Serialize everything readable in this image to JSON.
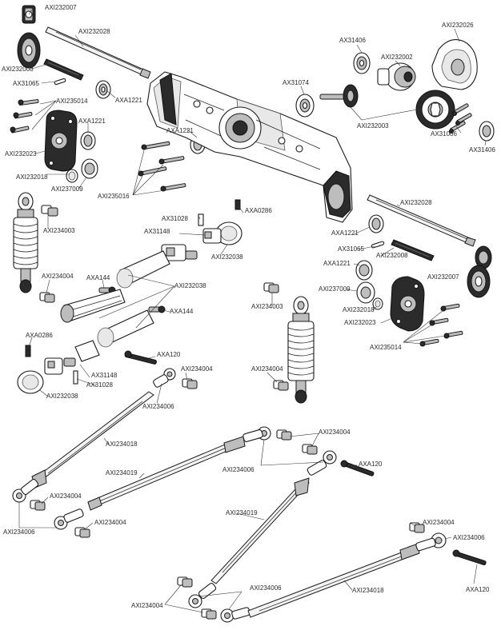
{
  "labels": {
    "l01": "AXI232007",
    "l02": "AXI232028",
    "l03": "AXI232008",
    "l04": "AX31065",
    "l05": "AXI235014",
    "l06": "AXA1221",
    "l07": "AXA1221",
    "l08": "AXI232023",
    "l09": "AXI232018",
    "l10": "AXI237009",
    "l11": "AXA1221",
    "l12": "AXI235016",
    "l13": "AX31406",
    "l14": "AXI232002",
    "l15": "AXI232026",
    "l16": "AX31074",
    "l17": "AXI232003",
    "l18": "AX31006",
    "l19": "AX31406",
    "l20": "AXI234003",
    "l21": "AX31028",
    "l22": "AXA0286",
    "l23": "AX31148",
    "l24": "AXI232038",
    "l25": "AXI232028",
    "l26": "AXA1221",
    "l27": "AX31065",
    "l28": "AXI232008",
    "l29": "AXA1221",
    "l30": "AXI232007",
    "l31": "AXI234004",
    "l32": "AXA144",
    "l33": "AXI232038",
    "l34": "AXA144",
    "l35": "AXI237009",
    "l36": "AXI232018",
    "l37": "AXI232023",
    "l38": "AXI235014",
    "l39": "AXI234003",
    "l40": "AXA0286",
    "l41": "AXA120",
    "l42": "AXI234004",
    "l43": "AX31148",
    "l44": "AX31028",
    "l45": "AXI232038",
    "l46": "AXI234006",
    "l47": "AXI234004",
    "l48": "AXI234018",
    "l49": "AXI234004",
    "l50": "AXI234019",
    "l51": "AXI234006",
    "l52": "AXA120",
    "l53": "AXI234004",
    "l54": "AXI234004",
    "l55": "AXI234006",
    "l56": "AXI234019",
    "l57": "AXI234004",
    "l58": "AXI234006",
    "l59": "AXI234006",
    "l60": "AXI234018",
    "l61": "AXA120",
    "l62": "AXI234004"
  }
}
